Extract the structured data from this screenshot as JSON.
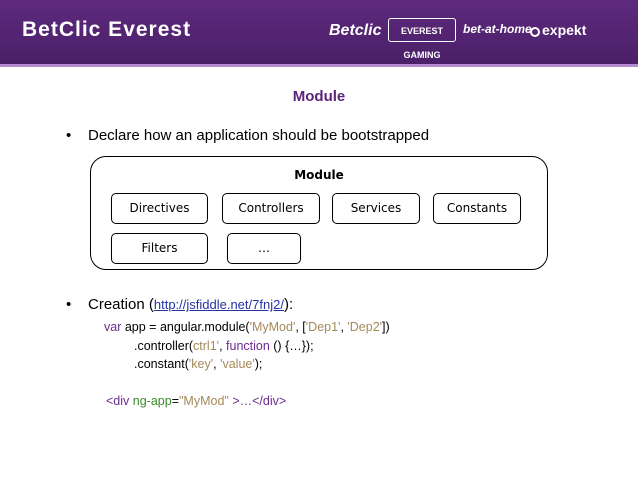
{
  "header": {
    "brand": "BetClic Everest",
    "logos": [
      "Betclic",
      "EVEREST GAMING",
      "bet-at-home",
      "expekt"
    ]
  },
  "slide": {
    "title": "Module",
    "bullet1": "Declare how an application should be bootstrapped",
    "diagram": {
      "label": "Module",
      "chips": [
        "Directives",
        "Controllers",
        "Services",
        "Constants",
        "Filters",
        "…"
      ]
    },
    "bullet2": {
      "prefix": "Creation (",
      "link": "http://jsfiddle.net/7fnj2/",
      "suffix": "):"
    },
    "code": {
      "line1": {
        "kw": "var",
        "t1": " app = angular.module(",
        "s1": "'MyMod'",
        "t2": ", [",
        "s2": "'Dep1'",
        "t3": ", ",
        "s3": "'Dep2'",
        "t4": "])"
      },
      "line2": {
        "t1": ".controller(",
        "s1": "ctrl1'",
        "t2": ", ",
        "kw": "function",
        "t3": " () {…});"
      },
      "line3": {
        "t1": ".constant(",
        "s1": "'key'",
        "t2": ", ",
        "s2": "'value'",
        "t3": ");"
      },
      "line4": {
        "tag_open": "<div",
        "attr": " ng-app",
        "eq": "=",
        "s1": "\"MyMod\"",
        "tag_rest": " >…</div>"
      }
    }
  },
  "colors": {
    "header": "#5e2a7e",
    "title": "#5b2379",
    "link": "#2433a3"
  }
}
